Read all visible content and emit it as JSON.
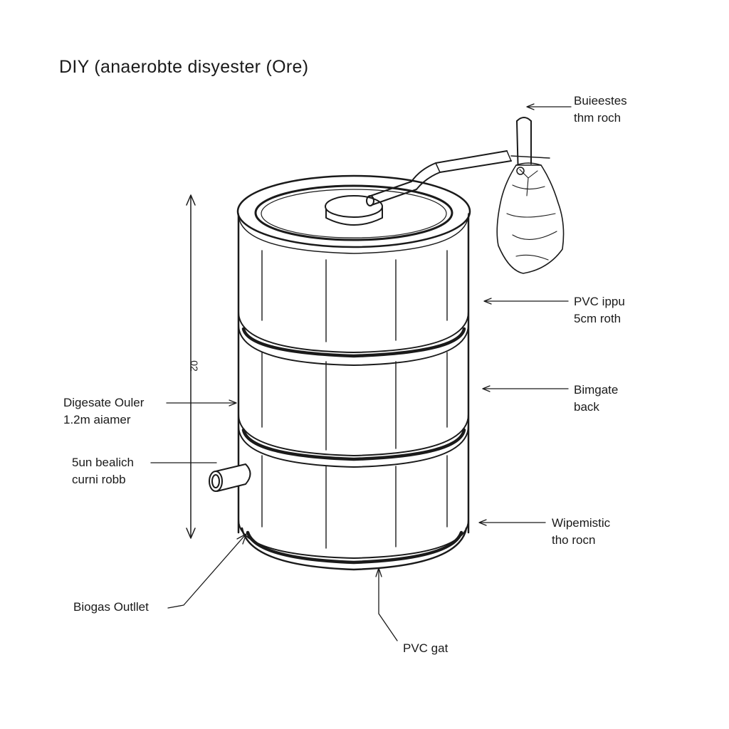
{
  "title": "DIY (anaerobte disyester (Ore)",
  "height_label": "02",
  "labels": {
    "top_right": [
      "Buieestes",
      "thm roch"
    ],
    "pvc_inlet": [
      "PVC ippu",
      "5cm roth"
    ],
    "biogas_back": [
      "Bimgate",
      "back"
    ],
    "lower_right": [
      "Wipemistic",
      "tho rocn"
    ],
    "digestate": [
      "Digesate Ouler",
      "1.2m aiamer"
    ],
    "side_port": [
      "5un bealich",
      "curni robb"
    ],
    "biogas_outlet": "Biogas Outllet",
    "pvc_bottom": "PVC gat"
  },
  "colors": {
    "line": "#1a1a1a",
    "background": "#ffffff"
  }
}
